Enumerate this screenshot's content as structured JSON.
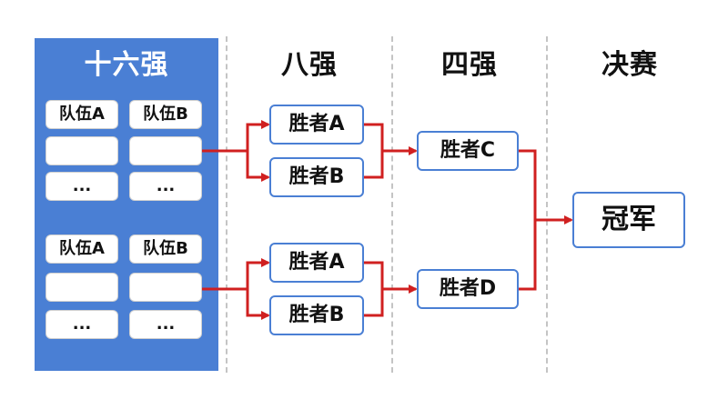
{
  "columns": {
    "round16": "十六强",
    "quarter": "八强",
    "semi": "四强",
    "final": "决赛"
  },
  "groups": [
    {
      "teams": [
        "队伍A",
        "队伍B",
        "",
        "",
        "...",
        "..."
      ]
    },
    {
      "teams": [
        "队伍A",
        "队伍B",
        "",
        "",
        "...",
        "..."
      ]
    }
  ],
  "quarter_nodes": [
    "胜者A",
    "胜者B",
    "胜者A",
    "胜者B"
  ],
  "semi_nodes": [
    "胜者C",
    "胜者D"
  ],
  "final_node": "冠军",
  "colors": {
    "panel": "#4a7fd4",
    "node_border": "#4a7fd4",
    "connector": "#d02020",
    "divider": "#c4c4c4"
  }
}
